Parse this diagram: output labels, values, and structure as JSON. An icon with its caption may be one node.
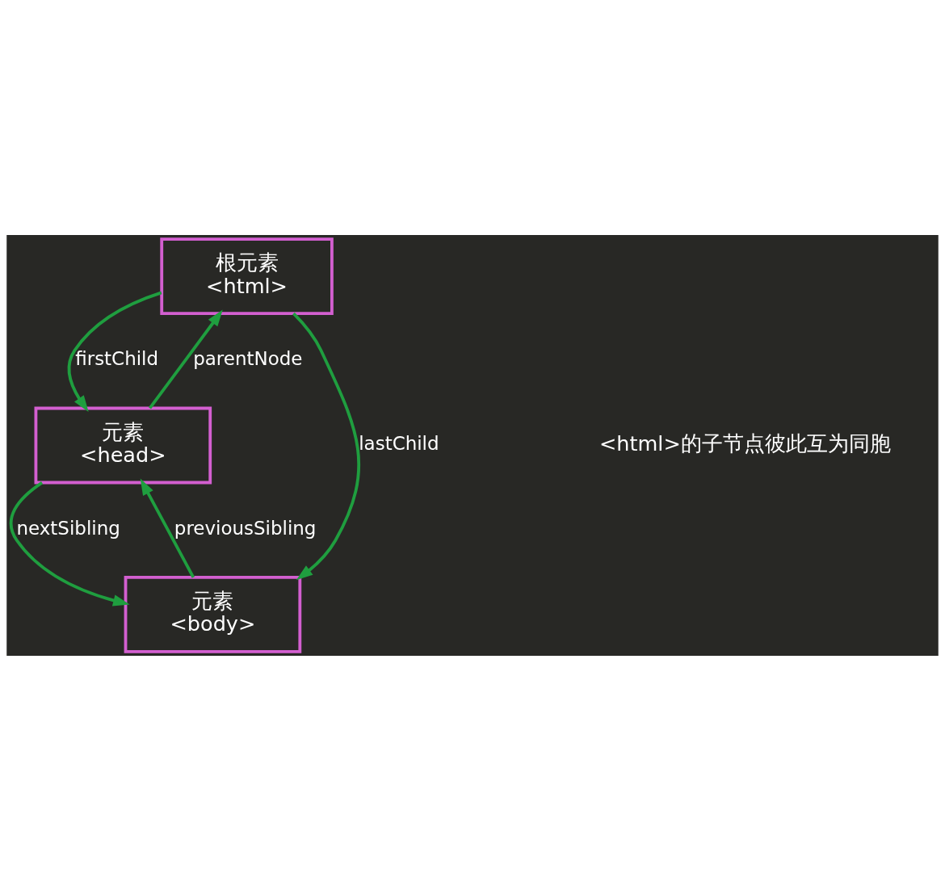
{
  "diagram": {
    "nodes": [
      {
        "text": [
          "根元素",
          "<html>"
        ]
      },
      {
        "text": [
          "元素",
          "<head>"
        ]
      },
      {
        "text": [
          "元素",
          "<body>"
        ]
      }
    ],
    "edges": [
      {
        "from": 1,
        "to": 0,
        "arrow": "to",
        "label": "parentNode"
      },
      {
        "from": 0,
        "to": 1,
        "arrow": "to",
        "label": "firstChild"
      },
      {
        "from": 0,
        "to": 2,
        "arrow": "to",
        "label": "lastChild"
      },
      {
        "from": 1,
        "to": 2,
        "arrow": "to",
        "label": "nextSibling"
      },
      {
        "from": 2,
        "to": 1,
        "arrow": "to",
        "label": "previousSibling"
      }
    ],
    "labels": [
      "<html>的子节点彼此互为同胞"
    ]
  }
}
